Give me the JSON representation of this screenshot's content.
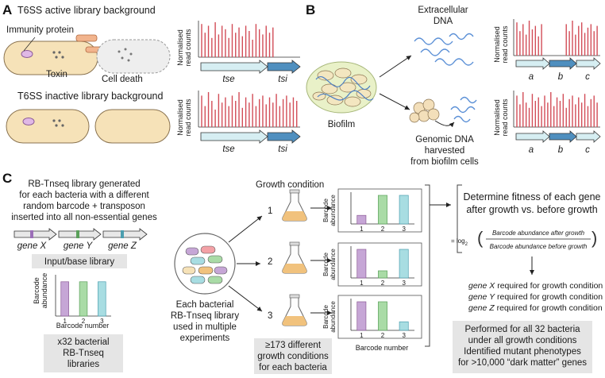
{
  "panels": {
    "a": "A",
    "b": "B",
    "c": "C"
  },
  "colors": {
    "cell_fill": "#f6e2b8",
    "cell_stroke": "#8a7350",
    "bar": "#d24c57",
    "arrow_light": "#d6eef2",
    "arrow_dark": "#4f8fbf",
    "purple": "#c6a6d6",
    "green": "#a9dba6",
    "blue": "#a8dde2",
    "box_gray": "#e5e5e5"
  },
  "a": {
    "active_title": "T6SS active library background",
    "inactive_title": "T6SS inactive library background",
    "immunity_protein": "Immunity protein",
    "toxin": "Toxin",
    "cell_death": "Cell death",
    "y_label_1": "Normalised",
    "y_label_2": "read counts",
    "gene_tse": "tse",
    "gene_tsi": "tsi",
    "active_reads": [
      0.95,
      0.7,
      0.9,
      0.55,
      1.0,
      0.65,
      0.9,
      0.8,
      0.55,
      0.95,
      0.7,
      0.85,
      0.6,
      0.9,
      0.75,
      0.5,
      0.95,
      0.8,
      0.65,
      0.9,
      0.7,
      0.85,
      0,
      0,
      0,
      0,
      0,
      0,
      0
    ],
    "inactive_reads": [
      0.9,
      0.6,
      1.0,
      0.75,
      0.5,
      0.95,
      0.7,
      0.85,
      0.6,
      0.9,
      0.75,
      1.0,
      0.55,
      0.85,
      0.7,
      0.95,
      0.6,
      0.8,
      0.9,
      0.65,
      0.85,
      0.7,
      0.95,
      0.6,
      0.8,
      0.9,
      0.7,
      0.85,
      0.75
    ]
  },
  "b": {
    "extracellular": [
      "Extracellular",
      "DNA"
    ],
    "biofilm": "Biofilm",
    "genomic": [
      "Genomic DNA",
      "harvested",
      "from biofilm cells"
    ],
    "gene_a": "a",
    "gene_b": "b",
    "gene_c": "c",
    "top_reads": [
      0.95,
      0.7,
      0.9,
      0.6,
      1.0,
      0.75,
      0.85,
      0.55,
      0.9,
      0,
      0,
      0,
      0,
      0,
      0,
      0,
      0.9,
      0.7,
      1.0,
      0.6,
      0.85,
      0.95,
      0.65,
      0.8,
      0.9,
      0.7,
      0.85
    ],
    "bottom_reads": [
      0.9,
      0.65,
      1.0,
      0.7,
      0.55,
      0.95,
      0.75,
      0.85,
      0.6,
      0.9,
      0.7,
      1.0,
      0.6,
      0.85,
      0.75,
      0.95,
      0.55,
      0.8,
      0.9,
      0.65,
      0.85,
      0.7,
      0.95,
      0.6,
      0.8,
      0.9,
      0.7
    ]
  },
  "c": {
    "intro": [
      "RB-Tnseq library generated",
      "for each bacteria with a different",
      "random barcode + transposon",
      "inserted into all non-essential genes"
    ],
    "gene_x": "gene X",
    "gene_y": "gene Y",
    "gene_z": "gene Z",
    "input_label": "Input/base library",
    "barcode_abundance": [
      "Barcode",
      "abundance"
    ],
    "barcode_number": "Barcode number",
    "ticks": [
      "1",
      "2",
      "3"
    ],
    "x32": [
      "x32 bacterial",
      "RB-Tnseq",
      "libraries"
    ],
    "each_bacterial": [
      "Each bacterial",
      "RB-Tnseq library",
      "used in multiple",
      "experiments"
    ],
    "growth_condition": "Growth condition",
    "conditions": [
      "1",
      "2",
      "3"
    ],
    "min173": [
      "≥173 different",
      "growth conditions",
      "for each bacteria"
    ],
    "input_values": [
      0.9,
      0.9,
      0.9
    ],
    "cond_values": [
      [
        0.3,
        1.0,
        1.0
      ],
      [
        1.0,
        0.25,
        1.0
      ],
      [
        1.0,
        1.0,
        0.3
      ]
    ],
    "determine": [
      "Determine fitness of each gene",
      "after growth vs. before growth"
    ],
    "formula_prefix": "= log",
    "formula_sub": "2",
    "numerator": "Barcode abundance after growth",
    "denominator": "Barcode abundance before growth",
    "required": [
      {
        "gene": "gene X",
        "text": " required for growth condition 1"
      },
      {
        "gene": "gene Y",
        "text": " required for growth condition 2"
      },
      {
        "gene": "gene Z",
        "text": " required for growth condition 3"
      }
    ],
    "performed": [
      "Performed for all 32 bacteria",
      "under all growth conditions",
      "Identified mutant phenotypes",
      "for >10,000 “dark matter” genes"
    ]
  }
}
